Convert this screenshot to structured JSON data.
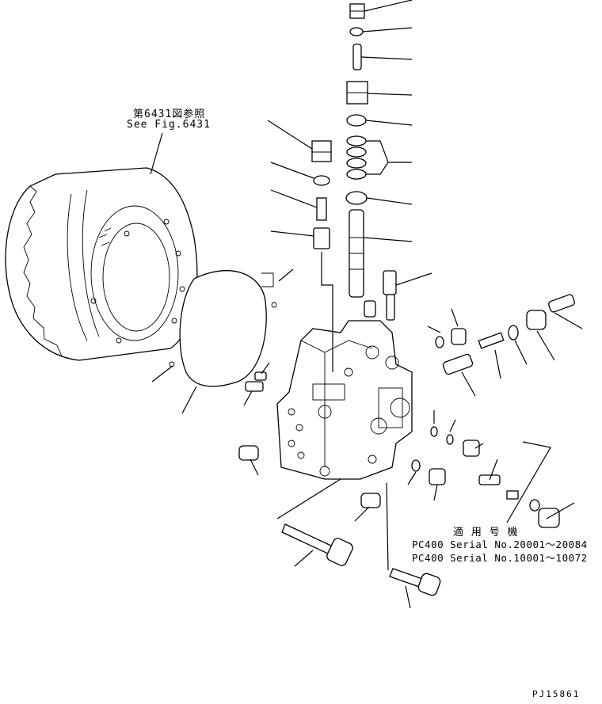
{
  "reference": {
    "jp": "第6431図参照",
    "en": "See Fig.6431"
  },
  "applicability": {
    "header": "適 用 号 機",
    "line1": "PC400 Serial No.20001〜20084",
    "line2": "PC400 Serial No.10001〜10072"
  },
  "figure_code": "PJ15861"
}
